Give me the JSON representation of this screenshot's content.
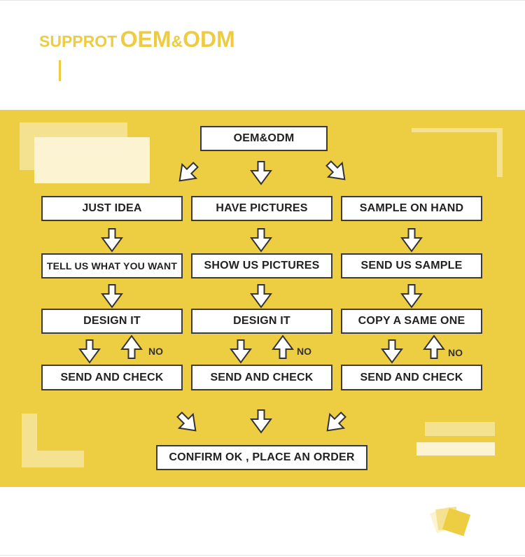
{
  "header": {
    "title_prefix": "SUPPROT",
    "title_main_1": "OEM",
    "title_amp": "&",
    "title_main_2": "ODM"
  },
  "flow": {
    "top": "OEM&ODM",
    "columns": [
      {
        "start": "JUST IDEA",
        "step2": "TELL US WHAT YOU WANT",
        "step3": "DESIGN IT",
        "step4": "SEND AND CHECK",
        "no_label": "NO"
      },
      {
        "start": "HAVE PICTURES",
        "step2": "SHOW US PICTURES",
        "step3": "DESIGN IT",
        "step4": "SEND AND CHECK",
        "no_label": "NO"
      },
      {
        "start": "SAMPLE ON HAND",
        "step2": "SEND US SAMPLE",
        "step3": "COPY A SAME ONE",
        "step4": "SEND AND CHECK",
        "no_label": "NO"
      }
    ],
    "final": "CONFIRM OK , PLACE AN ORDER"
  },
  "colors": {
    "accent": "#edcd41",
    "accent_light": "#f5e290",
    "accent_pale": "#fbf3d2",
    "border": "#3a3a3a"
  }
}
